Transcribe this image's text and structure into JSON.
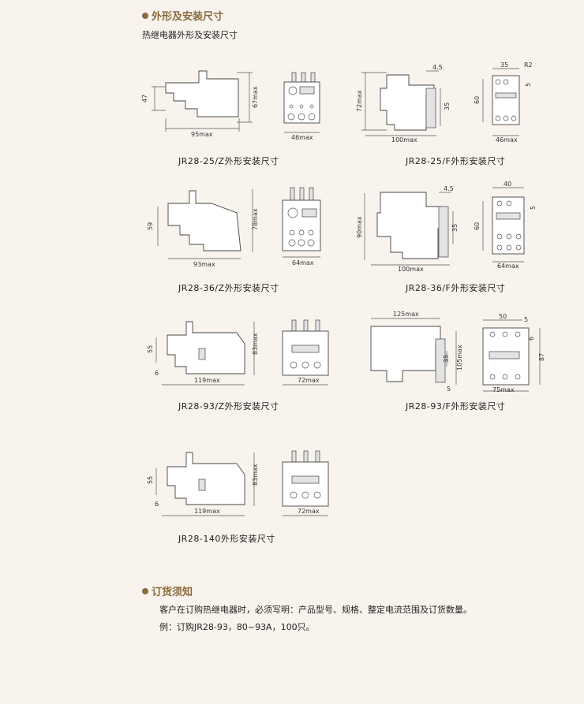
{
  "section1": {
    "title": "外形及安装尺寸",
    "subtitle": "热继电器外形及安装尺寸"
  },
  "captions": {
    "jr28_25z": "JR28-25/Z外形安装尺寸",
    "jr28_25f": "JR28-25/F外形安装尺寸",
    "jr28_36z": "JR28-36/Z外形安装尺寸",
    "jr28_36f": "JR28-36/F外形安装尺寸",
    "jr28_93z": "JR28-93/Z外形安装尺寸",
    "jr28_93f": "JR28-93/F外形安装尺寸",
    "jr28_140": "JR28-140外形安装尺寸"
  },
  "dims": {
    "d25z": {
      "h": "47",
      "hmax": "67max",
      "w": "95max",
      "fw": "46max"
    },
    "d25f": {
      "a": "4.5",
      "b": "35",
      "hmax": "72max",
      "w": "100max",
      "t1": "35",
      "t2": "R2",
      "s5": "5",
      "s60": "60",
      "fw": "46max"
    },
    "d36z": {
      "h": "59",
      "hmax": "78max",
      "w": "93max",
      "fw": "64max"
    },
    "d36f": {
      "a": "4.5",
      "b": "35",
      "hmax": "90max",
      "w": "100max",
      "t1": "40",
      "s5": "5",
      "s60": "60",
      "fw": "64max"
    },
    "d93z": {
      "h": "55",
      "hmax": "83max",
      "s6": "6",
      "w": "119max",
      "fw": "72max"
    },
    "d93f": {
      "top": "125max",
      "b": "35",
      "hmax": "105max",
      "s5": "5",
      "t1": "50",
      "t2": "5",
      "s6": "6",
      "s87": "87",
      "fw": "75max"
    },
    "d140": {
      "h": "55",
      "hmax": "83max",
      "s6": "6",
      "w": "119max",
      "fw": "72max"
    }
  },
  "section2": {
    "title": "订货须知",
    "line1": "客户在订购热继电器时，必须写明：产品型号、规格、整定电流范围及订货数量。",
    "line2": "例：订购JR28-93，80~93A，100只。"
  },
  "colors": {
    "accent": "#8a6a3f",
    "background": "#f8f4ed"
  }
}
